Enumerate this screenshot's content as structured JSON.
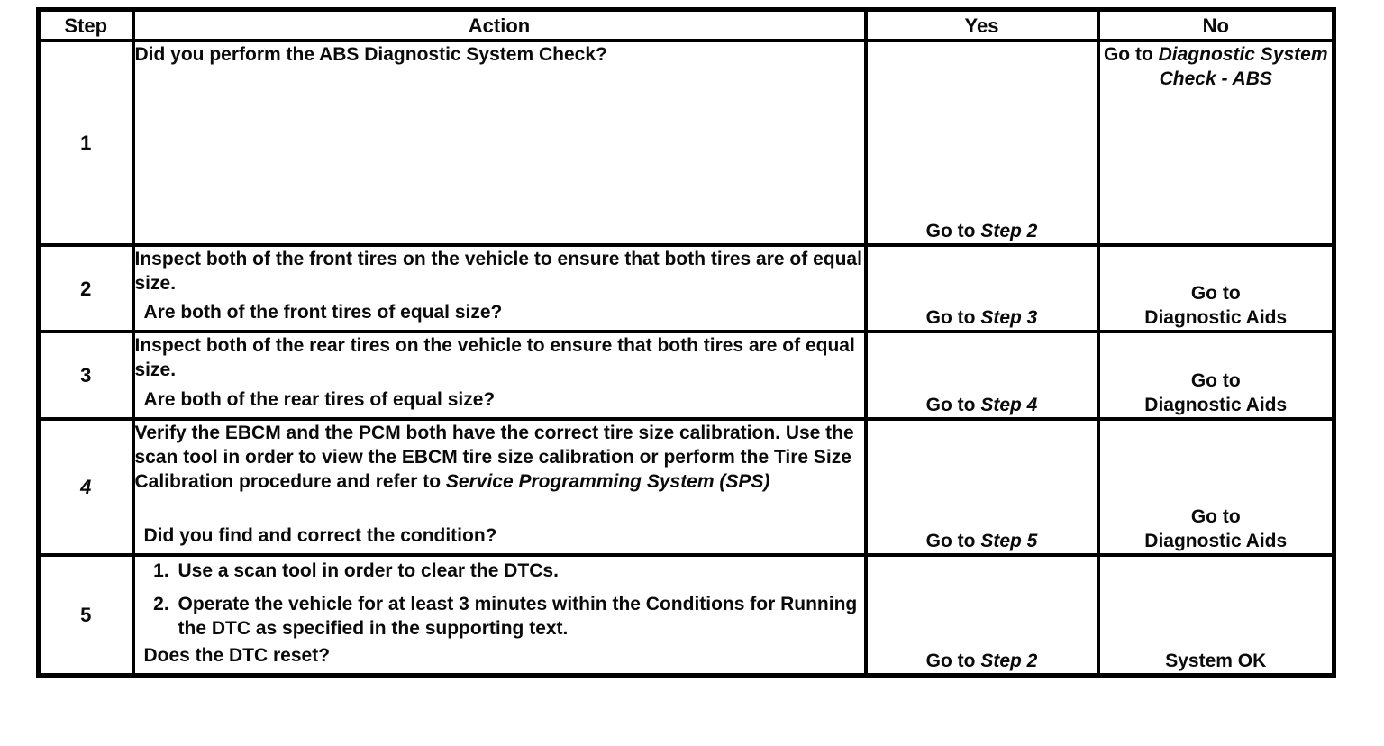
{
  "table": {
    "headers": {
      "step": "Step",
      "action": "Action",
      "yes": "Yes",
      "no": "No"
    },
    "rows": [
      {
        "step": "1",
        "action": {
          "question": "Did you perform the ABS Diagnostic System Check?"
        },
        "yes": {
          "prefix": "Go to ",
          "ref": "Step 2"
        },
        "no": {
          "prefix": "Go to ",
          "ref": "Diagnostic System Check - ABS"
        }
      },
      {
        "step": "2",
        "action": {
          "text": "Inspect both of the front tires on the vehicle to ensure that both tires are of equal size.",
          "question": "Are both of the front tires of equal size?"
        },
        "yes": {
          "prefix": "Go to ",
          "ref": "Step 3"
        },
        "no": {
          "line1": "Go to",
          "line2": "Diagnostic Aids"
        }
      },
      {
        "step": "3",
        "action": {
          "text": "Inspect both of the rear tires on the vehicle to ensure that both tires are of equal size.",
          "question": "Are both of the rear tires of equal size?"
        },
        "yes": {
          "prefix": "Go to ",
          "ref": "Step 4"
        },
        "no": {
          "line1": "Go to",
          "line2": "Diagnostic Aids"
        }
      },
      {
        "step": "4",
        "action": {
          "text": "Verify the EBCM and the PCM both have the correct tire size calibration. Use the scan tool in order to view the EBCM tire size calibration or perform the Tire Size Calibration procedure and refer to ",
          "text_italic": "Service Programming System (SPS)",
          "question": "Did you find and correct the condition?"
        },
        "yes": {
          "prefix": "Go to ",
          "ref": "Step 5"
        },
        "no": {
          "line1": "Go to",
          "line2": "Diagnostic Aids"
        }
      },
      {
        "step": "5",
        "action": {
          "list": [
            "Use a scan tool in order to clear the DTCs.",
            "Operate the vehicle for at least 3 minutes within the Conditions for Running the DTC as specified in the supporting text."
          ],
          "question": "Does the DTC reset?"
        },
        "yes": {
          "prefix": "Go to ",
          "ref": "Step 2"
        },
        "no": {
          "text": "System OK"
        }
      }
    ]
  }
}
